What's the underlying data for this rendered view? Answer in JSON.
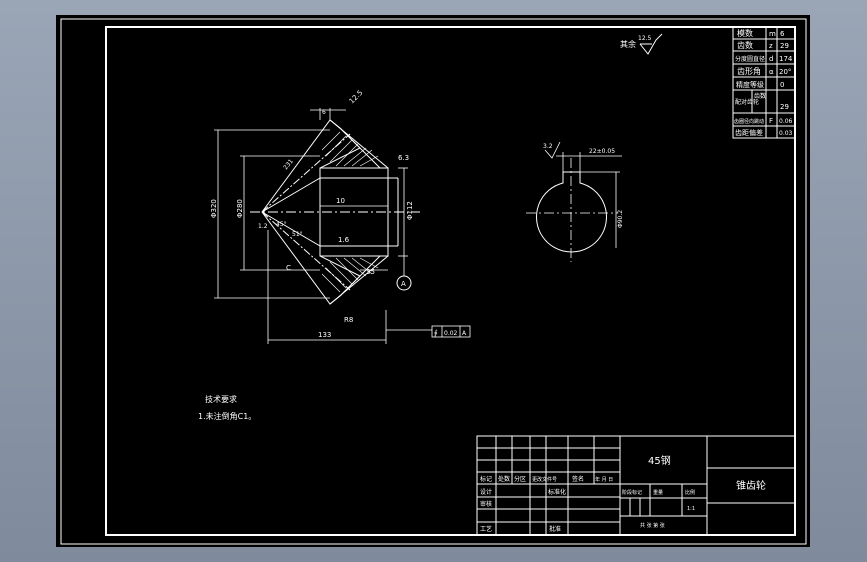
{
  "dims": {
    "h_width": "133",
    "v_diam_outer": "Φ320",
    "v_diam_mid": "Φ280",
    "bore_len": "10",
    "r_small": "1.6",
    "r_tip": "6.3",
    "face": "35",
    "bore_diam": "Φ112",
    "gap": "6",
    "r_top": "12.5",
    "ang1": "45°",
    "ang2": "51°",
    "ang3": "1.2",
    "mark_a": "A",
    "mark_c": "C",
    "radius_small": "R8",
    "slant": "231",
    "key_width": "22±0.05",
    "key_depth": "Φ90.2",
    "key_rough": "3.2",
    "tol_symbol": "∮",
    "tol_value": "0.02",
    "tol_ref": "A",
    "other_rough": "其余",
    "other_rough_val": "12.5"
  },
  "params": [
    {
      "label": "模数",
      "sym": "m",
      "val": "6"
    },
    {
      "label": "齿数",
      "sym": "z",
      "val": "29"
    },
    {
      "label": "分度圆直径",
      "sym": "d",
      "val": "174"
    },
    {
      "label": "齿形角",
      "sym": "α",
      "val": "20°"
    },
    {
      "label": "精度等级",
      "sym": "",
      "val": "0"
    },
    {
      "label": "配对齿轮",
      "sym": "齿数",
      "val": "29"
    },
    {
      "label": "齿圈径向跳动",
      "sym": "F",
      "val": "0.06"
    },
    {
      "label": "齿距偏差",
      "sym": "",
      "val": "0.03"
    }
  ],
  "notes": {
    "title": "技术要求",
    "item1": "1.未注倒角C1。"
  },
  "titleblock": {
    "material": "45钢",
    "part_name": "锥齿轮",
    "row1": [
      "标记",
      "处数",
      "分区",
      "更改文件号",
      "签名",
      "年 月 日"
    ],
    "design": "设计",
    "standard": "标准化",
    "check": "审核",
    "process": "工艺",
    "approve": "批准",
    "stage": "阶段标记",
    "weight": "重量",
    "scale": "比例",
    "scale_val": "1:1",
    "sheet": "共 张 第 张"
  }
}
